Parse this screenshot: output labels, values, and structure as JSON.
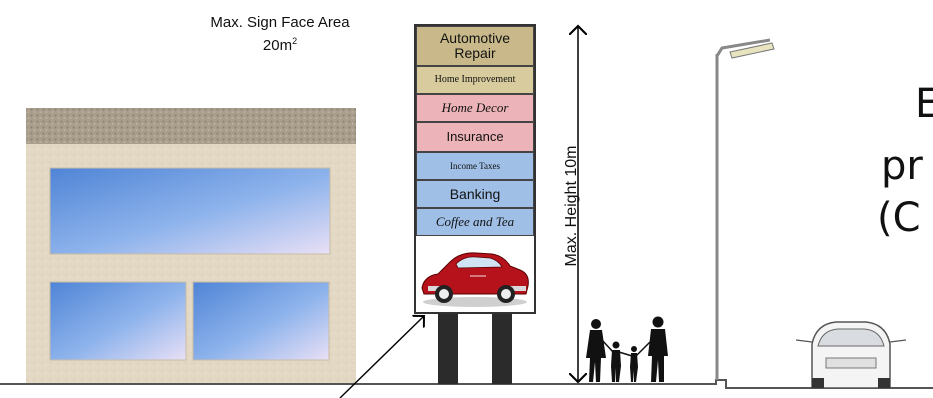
{
  "caption": {
    "line1": "Max. Sign Face Area",
    "line2_value": "20m",
    "line2_sup": "2"
  },
  "sign_panels": [
    {
      "label": "Automotive\nRepair",
      "color": "#c9b98a"
    },
    {
      "label": "Home Improvement",
      "color": "#d8cc9e"
    },
    {
      "label": "Home Decor",
      "color": "#ecb4b8"
    },
    {
      "label": "Insurance",
      "color": "#ecb4b8"
    },
    {
      "label": "Income Taxes",
      "color": "#9fbfe6"
    },
    {
      "label": "Banking",
      "color": "#9fbfe6"
    },
    {
      "label": "Coffee and Tea",
      "color": "#9fbfe6"
    }
  ],
  "height_label": "Max.  Height 10m",
  "partial_text": [
    "E",
    "pr",
    "(C"
  ],
  "colors": {
    "building_wall": "#e3d8c3",
    "building_roof": "#a89d8a",
    "window": "#7ea7e6",
    "sign_post": "#2b2b2b",
    "car_body": "#b5121b"
  }
}
